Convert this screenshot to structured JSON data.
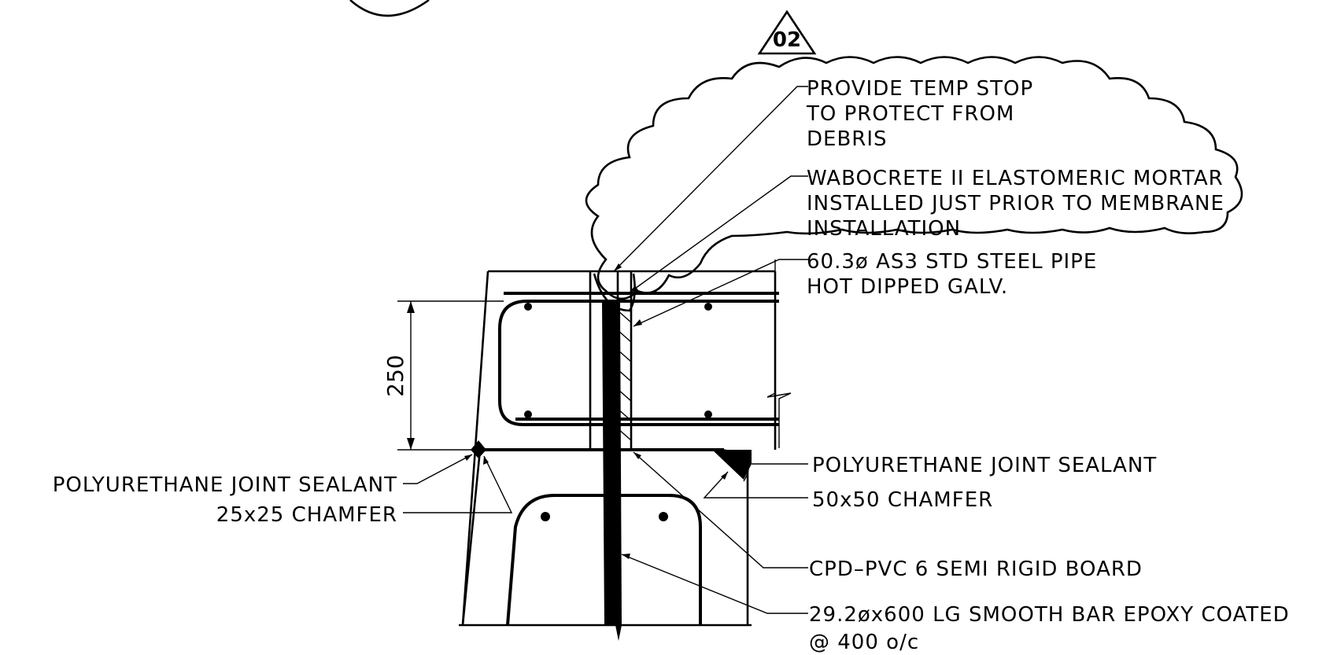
{
  "revision": {
    "number": "02"
  },
  "dimension": {
    "value": "250"
  },
  "notes": {
    "temp_stop": [
      "PROVIDE TEMP STOP",
      "TO PROTECT FROM",
      "DEBRIS"
    ],
    "mortar": [
      "WABOCRETE II ELASTOMERIC MORTAR",
      "INSTALLED JUST PRIOR TO MEMBRANE",
      "INSTALLATION"
    ],
    "pipe": [
      "60.3ø AS3 STD STEEL PIPE",
      "HOT DIPPED GALV."
    ],
    "sealant_right": "POLYURETHANE JOINT SEALANT",
    "chamfer_right": "50x50 CHAMFER",
    "sealant_left": "POLYURETHANE JOINT SEALANT",
    "chamfer_left": "25x25 CHAMFER",
    "board": "CPD–PVC 6 SEMI RIGID BOARD",
    "dowel": [
      "29.2øx600 LG SMOOTH BAR EPOXY COATED",
      "@ 400 o/c"
    ]
  }
}
